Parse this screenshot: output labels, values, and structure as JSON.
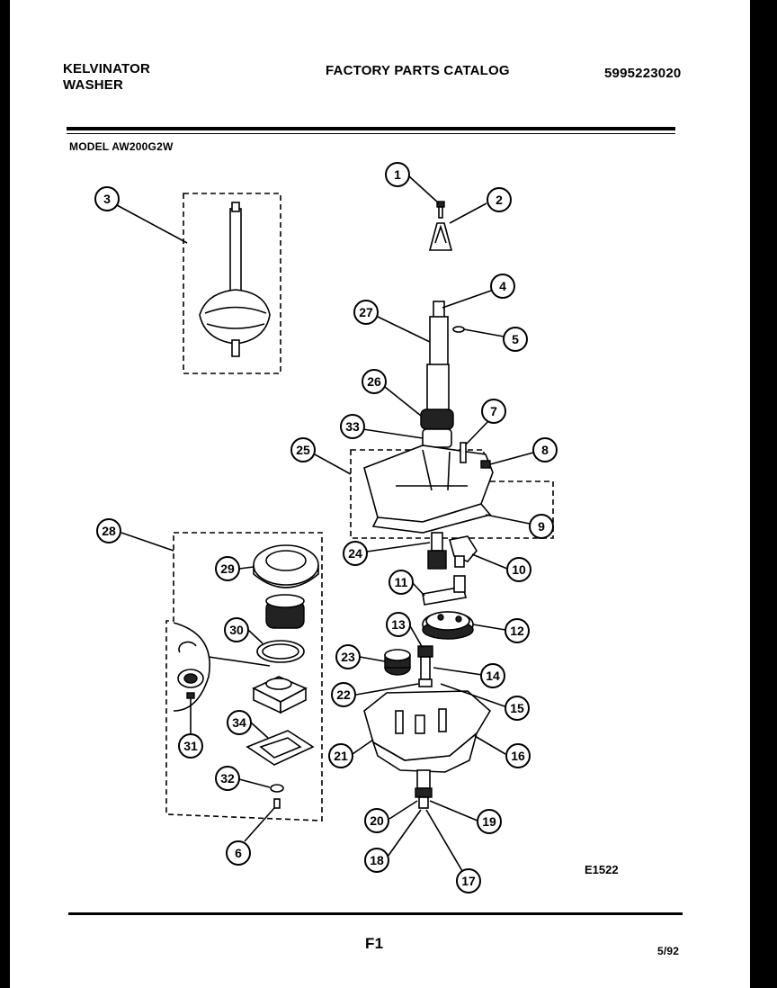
{
  "header": {
    "brand": "KELVINATOR",
    "product": "WASHER",
    "title": "FACTORY PARTS CATALOG",
    "catalog_number": "5995223020",
    "model": "MODEL AW200G2W"
  },
  "diagram": {
    "code": "E1522",
    "callouts": [
      "1",
      "2",
      "3",
      "4",
      "5",
      "6",
      "7",
      "8",
      "9",
      "10",
      "11",
      "12",
      "13",
      "14",
      "15",
      "16",
      "17",
      "18",
      "19",
      "20",
      "21",
      "22",
      "23",
      "24",
      "25",
      "26",
      "27",
      "28",
      "29",
      "30",
      "31",
      "32",
      "33",
      "34"
    ]
  },
  "footer": {
    "page": "F1",
    "date": "5/92"
  }
}
